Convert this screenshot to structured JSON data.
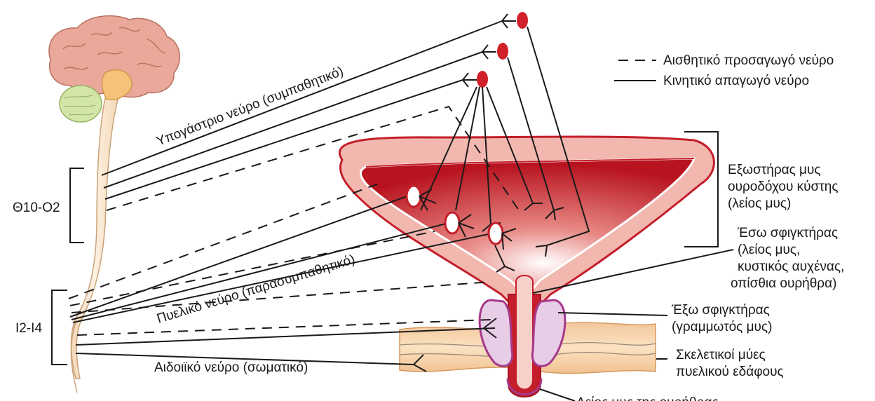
{
  "legend": {
    "sensory": "Αισθητικό προσαγωγό νεύρο",
    "motor": "Κινητικό απαγωγό νεύρο"
  },
  "spinal_levels": {
    "thoracolumbar": "Θ10-Ο2",
    "sacral": "Ι2-Ι4"
  },
  "nerves": {
    "hypogastric": "Υπογάστριο νεύρο (συμπαθητικό)",
    "pelvic": "Πυελικό νεύρο (παρασυμπαθητικό)",
    "pudendal": "Αιδοιϊκό νεύρο (σωματικό)"
  },
  "structures": {
    "detrusor": [
      "Εξωστήρας μυς",
      "ουροδόχου κύστης",
      "(λείος μυς)"
    ],
    "internal_sphincter": [
      "Έσω σφιγκτήρας",
      "(λείος μυς,",
      "κυστικός αυχένας,",
      "οπίσθια ουρήθρα)"
    ],
    "external_sphincter": [
      "Έξω σφιγκτήρας",
      "(γραμμωτός μυς)"
    ],
    "pelvic_floor": [
      "Σκελετικοί μύες",
      "πυελικού εδάφους"
    ],
    "urethral_smooth": "Λείος μυς της ουρήθρας"
  },
  "colors": {
    "bladder_outer": "#f2b8b0",
    "bladder_inner": "#c41e2a",
    "ganglion": "#d0202a",
    "sphincter": "#e7cde6",
    "pelvic_floor": "#f6d3a6",
    "brain": "#e9a89a",
    "cerebellum": "#d2e6a8",
    "spinal_cord": "#f8e6cf"
  }
}
